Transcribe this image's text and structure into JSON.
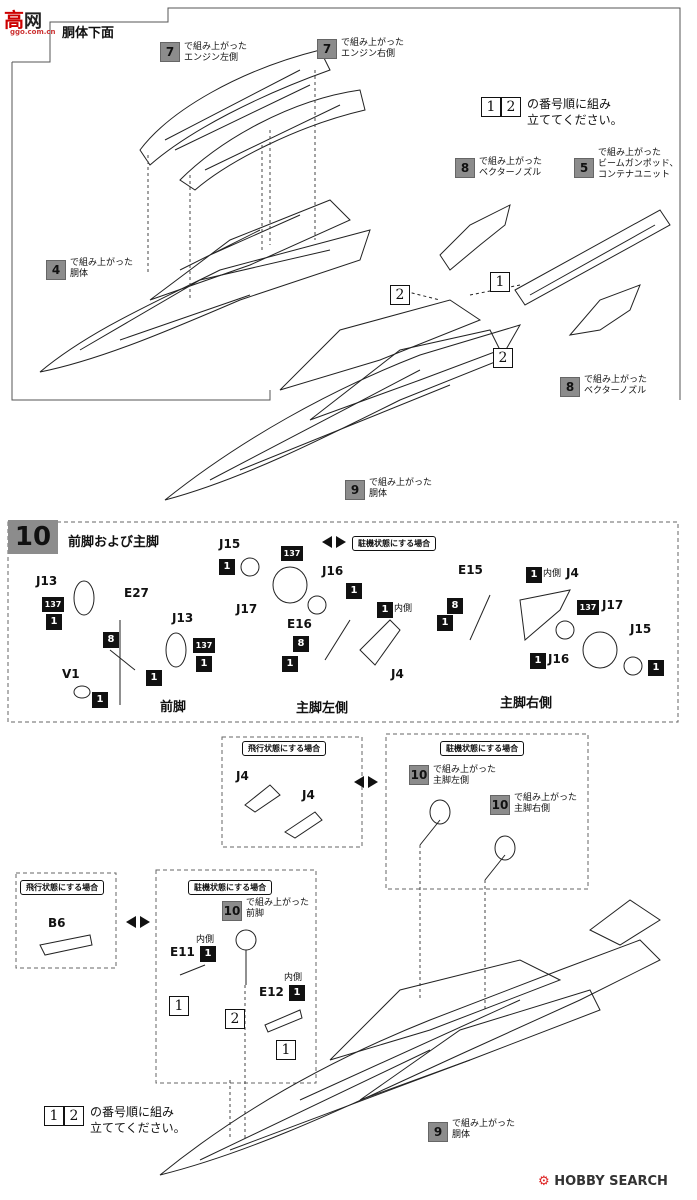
{
  "watermark": {
    "logo_chars": "高",
    "logo_suffix": "网",
    "site": "ggo.com.cn"
  },
  "top_section": {
    "title": "胴体下面",
    "engine_left": {
      "num": "7",
      "text": "で組み上がった\nエンジン左側"
    },
    "engine_right": {
      "num": "7",
      "text": "で組み上がった\nエンジン右側"
    },
    "body4": {
      "num": "4",
      "text": "で組み上がった\n胴体"
    },
    "order_note": {
      "n1": "1",
      "n2": "2",
      "text": "の番号順に組み\n立ててください。"
    },
    "vector_nozzle_top": {
      "num": "8",
      "text": "で組み上がった\nベクターノズル"
    },
    "beam_gunpod": {
      "num": "5",
      "text": "で組み上がった\nビームガンポッド、\nコンテナユニット"
    },
    "vector_nozzle_bottom": {
      "num": "8",
      "text": "で組み上がった\nベクターノズル"
    },
    "body9": {
      "num": "9",
      "text": "で組み上がった\n胴体"
    },
    "step1": "1",
    "step2a": "2",
    "step2b": "2"
  },
  "section10": {
    "step_number": "10",
    "title": "前脚および主脚",
    "parked_label": "駐機状態にする場合",
    "nose_gear": {
      "caption": "前脚",
      "parts": [
        "J13",
        "137",
        "1",
        "E27",
        "8",
        "J13",
        "137",
        "1",
        "V1",
        "1",
        "1"
      ]
    },
    "main_left": {
      "caption": "主脚左側",
      "J15": "J15",
      "J16": "J16",
      "J17": "J17",
      "E16": "E16",
      "J4": "J4",
      "n137": "137",
      "n1": "1",
      "n8": "8",
      "inner": "内側"
    },
    "main_right": {
      "caption": "主脚右側",
      "E15": "E15",
      "J4": "J4",
      "J17": "J17",
      "J15": "J15",
      "J16": "J16",
      "n137": "137",
      "n1": "1",
      "n8": "8",
      "inner": "内側"
    }
  },
  "flight_box_top": {
    "label": "飛行状態にする場合",
    "part1": "J4",
    "part2": "J4"
  },
  "parked_box_top": {
    "label": "駐機状態にする場合",
    "left": {
      "num": "10",
      "text": "で組み上がった\n主脚左側"
    },
    "right": {
      "num": "10",
      "text": "で組み上がった\n主脚右側"
    }
  },
  "flight_box_bottom": {
    "label": "飛行状態にする場合",
    "part": "B6"
  },
  "parked_box_bottom": {
    "label": "駐機状態にする場合",
    "nose": {
      "num": "10",
      "text": "で組み上がった\n前脚"
    },
    "E11": "E11",
    "E12": "E12",
    "inner1": "内側",
    "inner2": "内側",
    "n1": "1",
    "n1b": "1",
    "step1": "1",
    "step2": "2",
    "step1b": "1"
  },
  "bottom_order_note": {
    "n1": "1",
    "n2": "2",
    "text": "の番号順に組み\n立ててください。"
  },
  "body9_bottom": {
    "num": "9",
    "text": "で組み上がった\n胴体"
  },
  "footer": {
    "brand": "HOBBY SEARCH"
  }
}
